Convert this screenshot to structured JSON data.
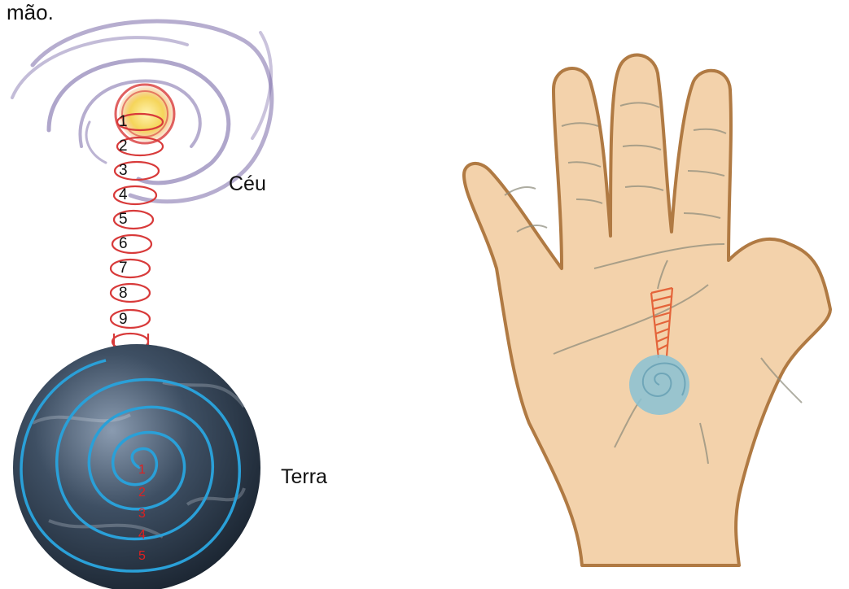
{
  "caption": {
    "top_fragment": "mão."
  },
  "labels": {
    "sky": "Céu",
    "earth": "Terra"
  },
  "sky_levels": [
    "1",
    "2",
    "3",
    "4",
    "5",
    "6",
    "7",
    "8",
    "9"
  ],
  "earth_levels": [
    "1",
    "2",
    "3",
    "4",
    "5"
  ],
  "colors": {
    "spiral_red": "#d83a3a",
    "galaxy_purple": "#7a6aa8",
    "earth_spiral_blue": "#2aa0d8",
    "earth_dark": "#26323f",
    "skin": "#f3d2ab",
    "skin_outline": "#b07a43",
    "palm_blue": "#88c2d4",
    "palm_orange": "#e4643a",
    "sun_yellow": "#f5d55a"
  }
}
